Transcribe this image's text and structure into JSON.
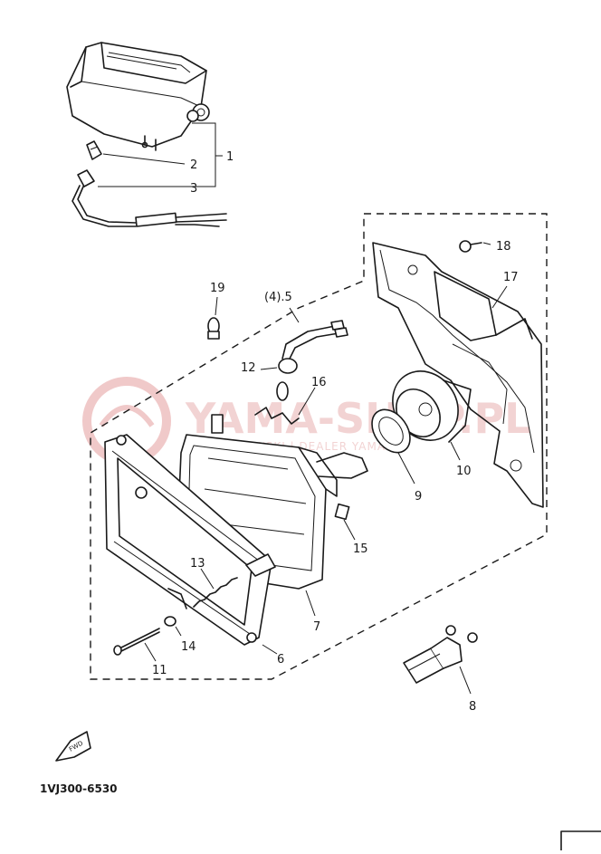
{
  "diagram": {
    "code": "1VJ300-6530",
    "front_arrow_label": "FWD",
    "group_label": "(4).5",
    "callouts": [
      "1",
      "2",
      "3",
      "6",
      "7",
      "8",
      "9",
      "10",
      "11",
      "12",
      "13",
      "14",
      "15",
      "16",
      "17",
      "18",
      "19"
    ]
  },
  "watermark": {
    "title": "YAMA-SHOP.PL",
    "subtitle": "SEKOWSKI | DEALER YAMAHA",
    "color": "#e4a0a0"
  }
}
